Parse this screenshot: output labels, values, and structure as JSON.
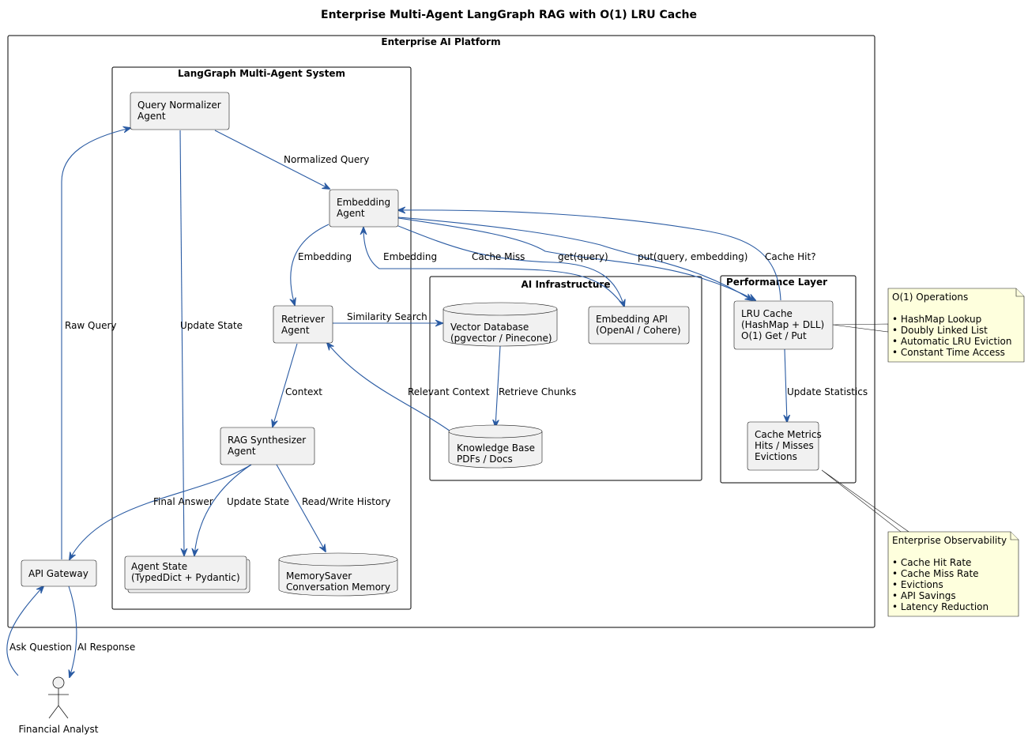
{
  "title": "Enterprise Multi-Agent LangGraph RAG with O(1) LRU Cache",
  "frames": {
    "platform": "Enterprise AI Platform",
    "langgraph": "LangGraph Multi-Agent System",
    "infra": "AI Infrastructure",
    "perf": "Performance Layer"
  },
  "nodes": {
    "query_normalizer": [
      "Query Normalizer",
      "Agent"
    ],
    "embedding_agent": [
      "Embedding",
      "Agent"
    ],
    "retriever_agent": [
      "Retriever",
      "Agent"
    ],
    "rag_synth": [
      "RAG Synthesizer",
      "Agent"
    ],
    "agent_state": [
      "Agent State",
      "(TypedDict + Pydantic)"
    ],
    "memory_saver": [
      "MemorySaver",
      "Conversation Memory"
    ],
    "vector_db": [
      "Vector Database",
      "(pgvector / Pinecone)"
    ],
    "embedding_api": [
      "Embedding API",
      "(OpenAI / Cohere)"
    ],
    "knowledge_base": [
      "Knowledge Base",
      "PDFs / Docs"
    ],
    "lru_cache": [
      "LRU Cache",
      "(HashMap + DLL)",
      "O(1) Get / Put"
    ],
    "cache_metrics": [
      "Cache Metrics",
      "Hits / Misses",
      "Evictions"
    ],
    "api_gateway": [
      "API Gateway"
    ],
    "actor": "Financial Analyst"
  },
  "edges": {
    "raw_query": "Raw Query",
    "normalized_query": "Normalized Query",
    "update_state_1": "Update State",
    "embedding_1": "Embedding",
    "embedding_2": "Embedding",
    "cache_miss": "Cache Miss",
    "get_query": "get(query)",
    "put_query": "put(query, embedding)",
    "cache_hit": "Cache Hit?",
    "similarity_search": "Similarity Search",
    "relevant_context": "Relevant Context",
    "retrieve_chunks": "Retrieve Chunks",
    "context": "Context",
    "update_statistics": "Update Statistics",
    "final_answer": "Final Answer",
    "update_state_2": "Update State",
    "read_write_history": "Read/Write History",
    "ask_question": "Ask Question",
    "ai_response": "AI Response"
  },
  "notes": {
    "ops": [
      "O(1) Operations",
      "",
      "• HashMap Lookup",
      "• Doubly Linked List",
      "• Automatic LRU Eviction",
      "• Constant Time Access"
    ],
    "obs": [
      "Enterprise Observability",
      "",
      "• Cache Hit Rate",
      "• Cache Miss Rate",
      "• Evictions",
      "• API Savings",
      "• Latency Reduction"
    ]
  }
}
